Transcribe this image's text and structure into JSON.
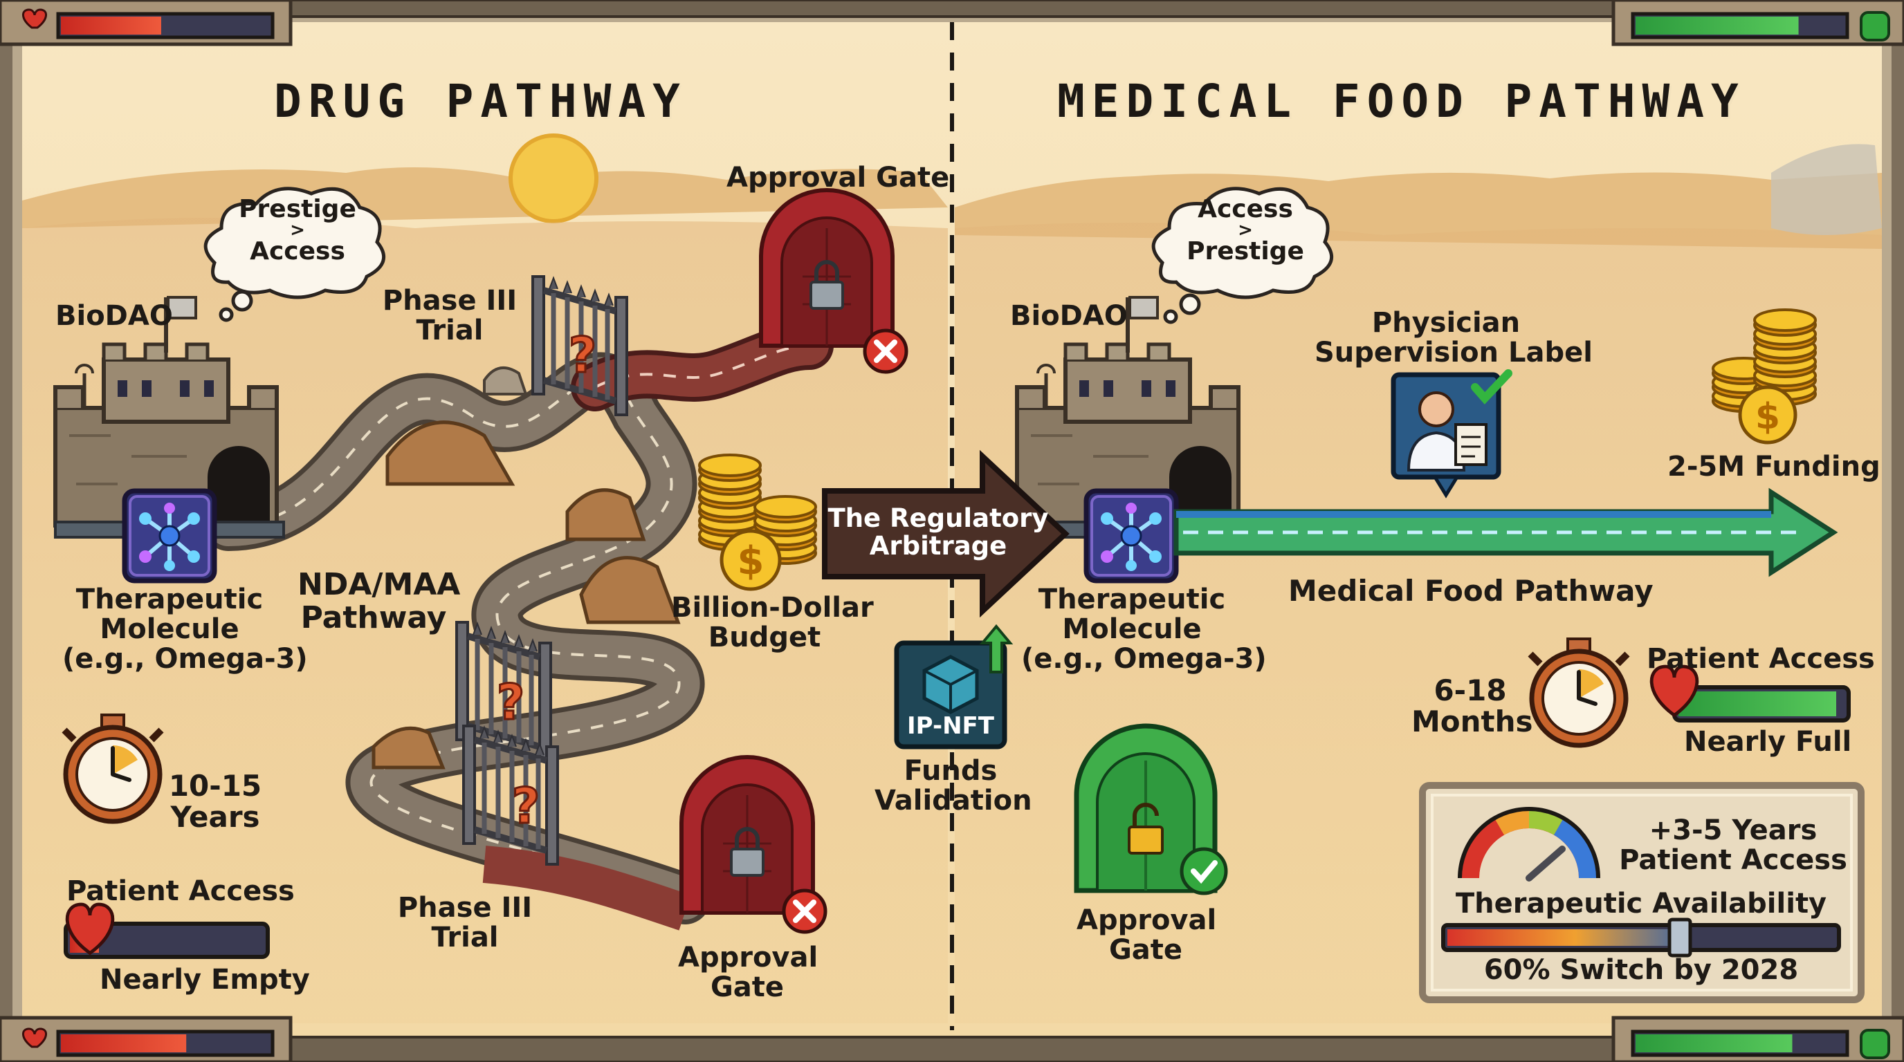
{
  "hud": {
    "top_left_health": 0.48,
    "top_right_meter": 0.78,
    "bottom_left_health": 0.6,
    "bottom_right_meter": 0.75
  },
  "left_panel": {
    "title": "DRUG PATHWAY",
    "thought": {
      "line1": "Prestige",
      "symbol": ">",
      "line2": "Access"
    },
    "biodao_label": "BioDAO",
    "molecule_label": [
      "Therapeutic",
      "Molecule",
      "(e.g., Omega-3)"
    ],
    "route_label": [
      "NDA/MAA",
      "Pathway"
    ],
    "phase_top_label": [
      "Phase III",
      "Trial"
    ],
    "phase_bottom_label": [
      "Phase III",
      "Trial"
    ],
    "approval_top_label": "Approval Gate",
    "approval_bottom_label": [
      "Approval",
      "Gate"
    ],
    "budget_label": [
      "Billion-Dollar",
      "Budget"
    ],
    "timer_label": [
      "10-15",
      "Years"
    ],
    "patient_access_label": "Patient Access",
    "patient_access_status": "Nearly Empty",
    "patient_access_level": 0.15
  },
  "center": {
    "arrow_label": [
      "The Regulatory",
      "Arbitrage"
    ],
    "nft_badge": "IP-NFT",
    "nft_caption": [
      "Funds",
      "Validation"
    ]
  },
  "right_panel": {
    "title": "MEDICAL FOOD PATHWAY",
    "thought": {
      "line1": "Access",
      "symbol": ">",
      "line2": "Prestige"
    },
    "biodao_label": "BioDAO",
    "molecule_label": [
      "Therapeutic",
      "Molecule",
      "(e.g., Omega-3)"
    ],
    "physician_label": [
      "Physician",
      "Supervision Label"
    ],
    "funding_label": "2-5M Funding",
    "route_label": "Medical Food Pathway",
    "timer_label": [
      "6-18",
      "Months"
    ],
    "patient_access_label": "Patient Access",
    "patient_access_status": "Nearly Full",
    "patient_access_level": 0.9,
    "approval_label": [
      "Approval",
      "Gate"
    ],
    "info_box": {
      "gain_line1": "+3-5 Years",
      "gain_line2": "Patient Access",
      "slider_label": "Therapeutic Availability",
      "slider_level": 0.6,
      "caption": "60% Switch by 2028"
    }
  },
  "colors": {
    "sand": "#f2d9a6",
    "frame": "#8b7d6b",
    "health_red": "#d8362b",
    "meter_green": "#3fb34a",
    "drug_gate_red": "#a8262b",
    "food_gate_green": "#34a83e",
    "arrow_dark": "#4a2f26",
    "arrow_green": "#3fae6a"
  },
  "icons": [
    "heart-icon",
    "gem-icon",
    "question-mark-icon",
    "padlock-icon",
    "x-mark-icon",
    "check-mark-icon",
    "stopwatch-icon",
    "coin-stack-icon",
    "castle-icon",
    "molecule-icon",
    "cube-icon",
    "doctor-icon",
    "gauge-icon"
  ]
}
